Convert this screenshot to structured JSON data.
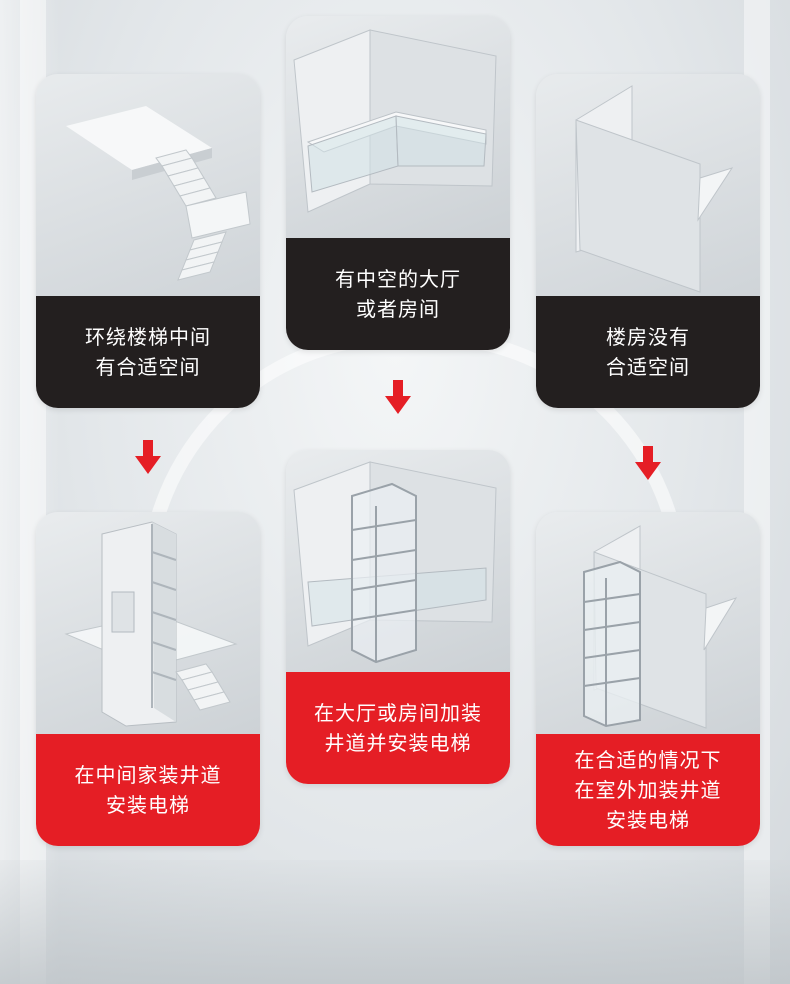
{
  "colors": {
    "dark_caption": "#231f1f",
    "red_caption": "#e51e25",
    "arrow": "#e51e25"
  },
  "steps": [
    {
      "situation": [
        "环绕楼梯中间",
        "有合适空间"
      ],
      "solution": [
        "在中间家装井道",
        "安装电梯"
      ]
    },
    {
      "situation": [
        "有中空的大厅",
        "或者房间"
      ],
      "solution": [
        "在大厅或房间加装",
        "井道并安装电梯"
      ]
    },
    {
      "situation": [
        "楼房没有",
        "合适空间"
      ],
      "solution": [
        "在合适的情况下",
        "在室外加装井道",
        "安装电梯"
      ]
    }
  ],
  "icons": {
    "arrow": "red-down-arrow"
  }
}
